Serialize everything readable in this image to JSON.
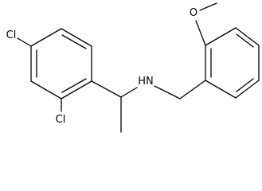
{
  "molecule": {
    "atom_labels": {
      "chlorine_para": "Cl",
      "chlorine_ortho": "Cl",
      "amine": "HN",
      "methoxy_oxygen": "O"
    },
    "colors": {
      "bond": "#000000",
      "label": "#000000",
      "background": "#ffffff"
    }
  }
}
